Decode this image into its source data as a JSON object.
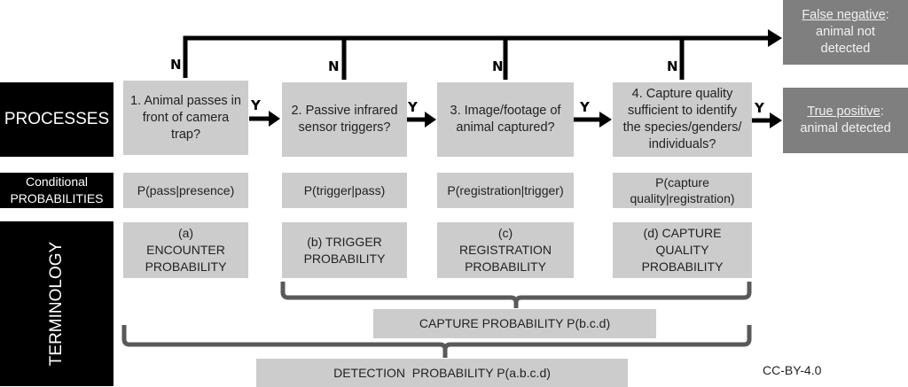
{
  "row_labels": {
    "processes": "PROCESSES",
    "conditional_line1": "Conditional",
    "conditional_line2": "PROBABILITIES",
    "terminology": "TERMINOLOGY"
  },
  "processes": [
    {
      "text": "1. Animal passes in front of camera trap?"
    },
    {
      "text": "2. Passive infrared sensor triggers?"
    },
    {
      "text": "3. Image/footage of animal captured?"
    },
    {
      "text": "4. Capture quality sufficient to identify the species/genders/ individuals?"
    }
  ],
  "conditional_probabilities": [
    "P(pass|presence)",
    "P(trigger|pass)",
    "P(registration|trigger)",
    "P(capture quality|registration)"
  ],
  "terminology": [
    "(a) ENCOUNTER PROBABILITY",
    "(b) TRIGGER PROBABILITY",
    "(c) REGISTRATION PROBABILITY",
    "(d) CAPTURE QUALITY PROBABILITY"
  ],
  "branch_labels": {
    "yes": "Y",
    "no": "N"
  },
  "outcomes": {
    "false_negative": {
      "title": "False negative",
      "suffix": ":",
      "text": "animal not detected"
    },
    "true_positive": {
      "title": "True positive",
      "suffix": ":",
      "text": "animal detected"
    }
  },
  "aggregates": {
    "capture": "CAPTURE PROBABILITY P(b.c.d)",
    "detection": "DETECTION  PROBABILITY P(a.b.c.d)"
  },
  "license": "CC-BY-4.0",
  "colors": {
    "label_bg": "#000000",
    "box_bg": "#cccccc",
    "outcome_bg": "#7f7f7f",
    "bracket": "#595959",
    "arrow": "#000000"
  }
}
